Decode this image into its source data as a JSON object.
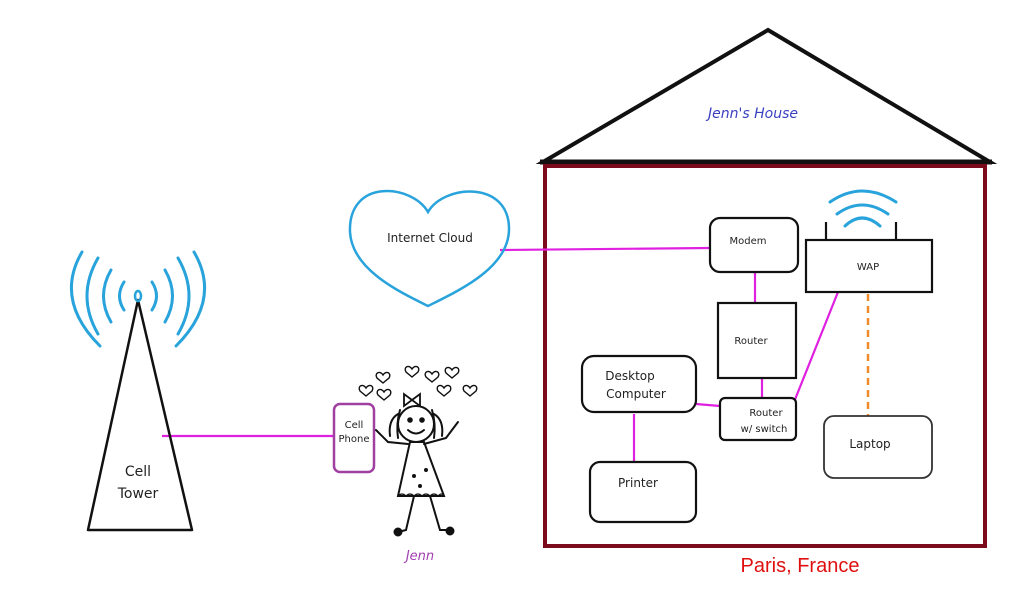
{
  "colors": {
    "house_wall": "#7a0a1c",
    "house_roof": "#111111",
    "cable": "#e020e0",
    "wireless_link": "#f08a2a",
    "signal_waves": "#29a3db",
    "cloud_outline": "#29a3db",
    "house_title": "#3a40c0",
    "person_label": "#a040b0",
    "location_text": "#e01010",
    "phone_outline": "#a040a0"
  },
  "labels": {
    "house_title": "Jenn's House",
    "internet_cloud": "Internet Cloud",
    "cell_tower_line1": "Cell",
    "cell_tower_line2": "Tower",
    "cell_phone_line1": "Cell",
    "cell_phone_line2": "Phone",
    "person_name": "Jenn",
    "modem": "Modem",
    "wap": "WAP",
    "router": "Router",
    "router_switch_line1": "Router",
    "router_switch_line2": "w/ switch",
    "desktop_line1": "Desktop",
    "desktop_line2": "Computer",
    "printer": "Printer",
    "laptop": "Laptop",
    "location": "Paris, France"
  },
  "icons": {
    "tower_signal": "signal-waves-icon",
    "wap_signal": "wifi-icon",
    "cloud": "heart-icon"
  }
}
